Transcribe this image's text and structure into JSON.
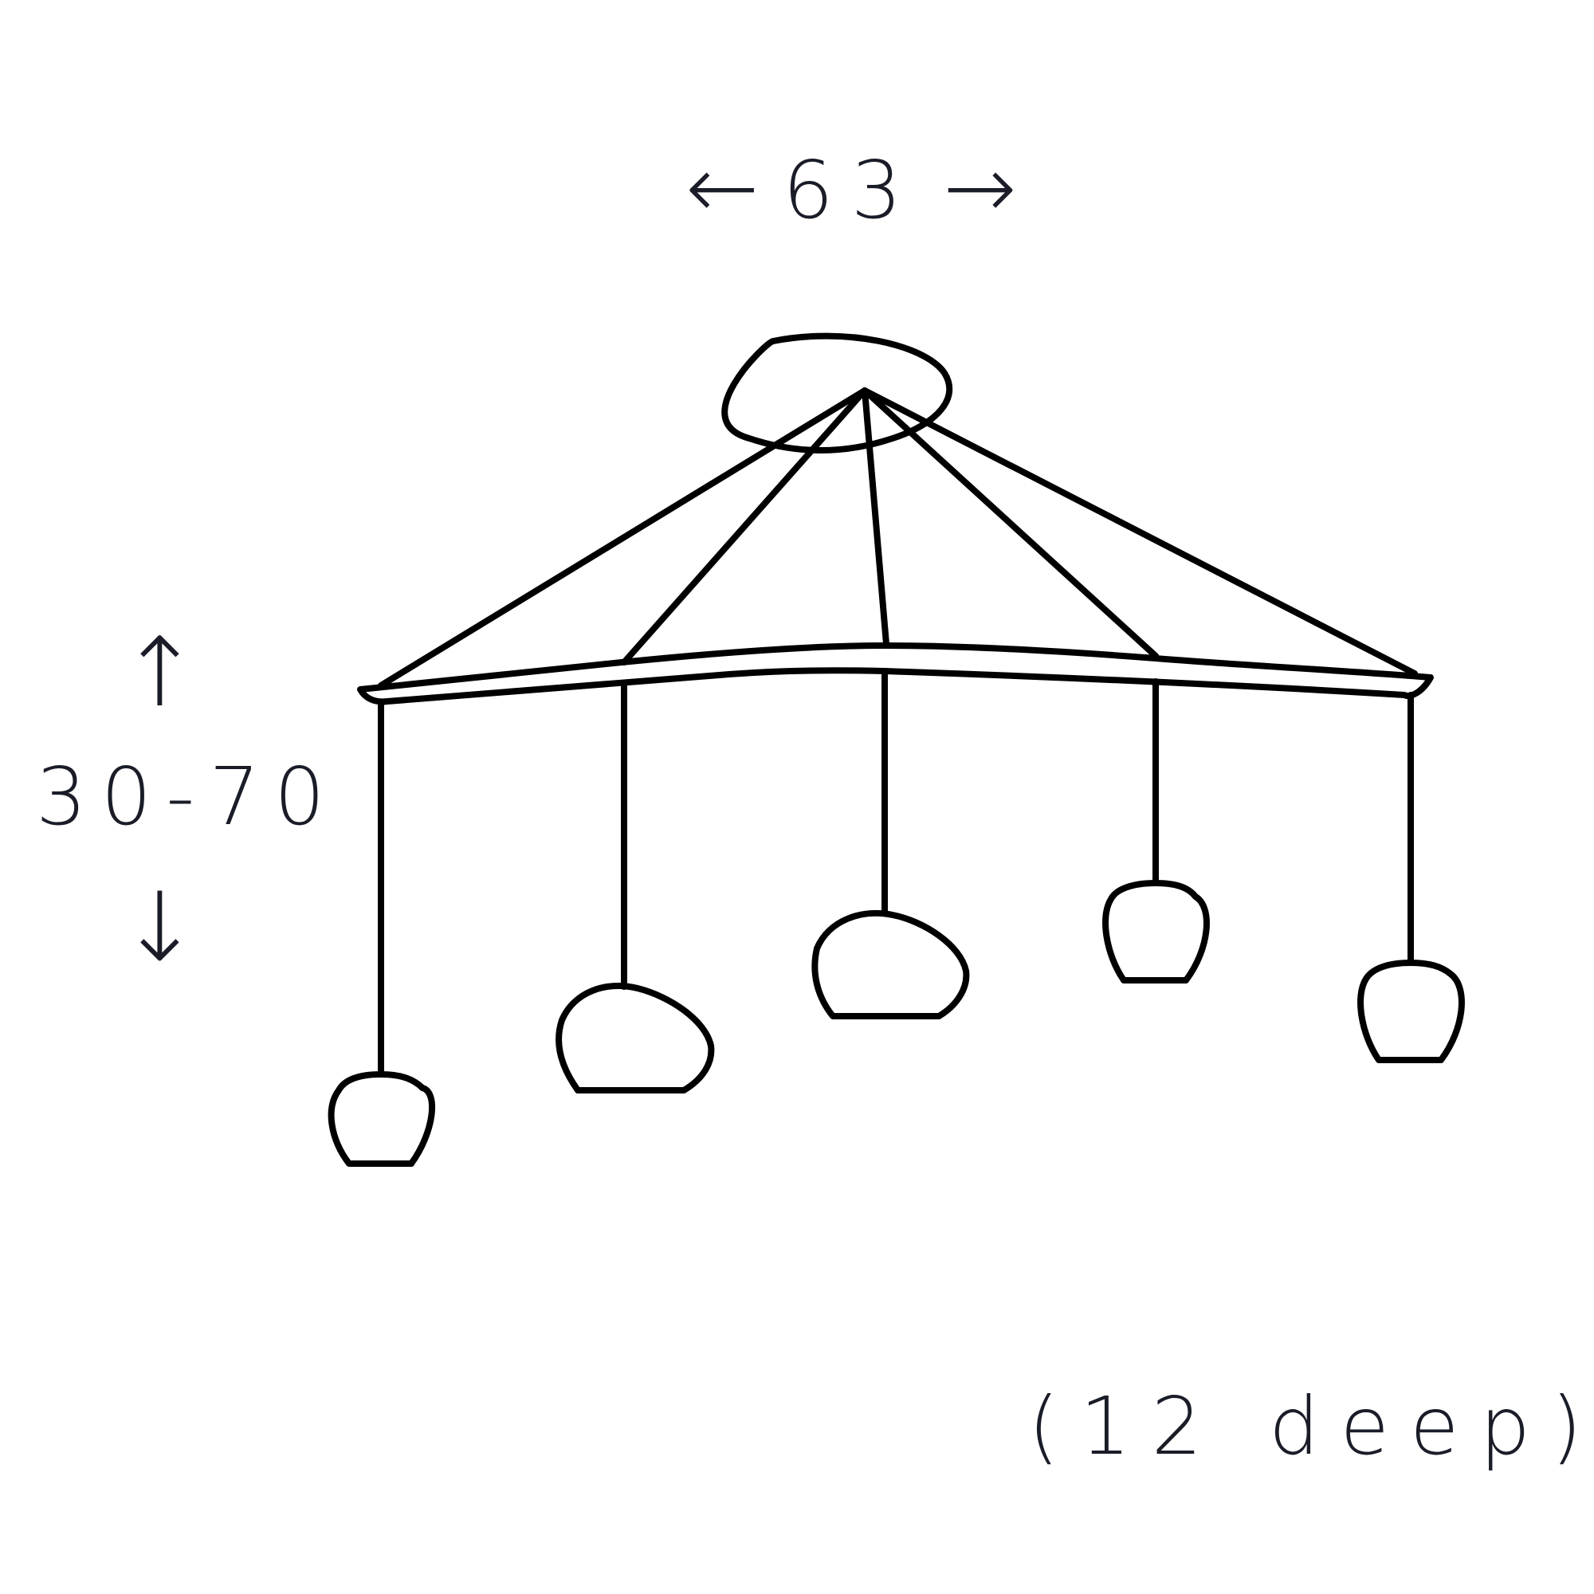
{
  "dimensions": {
    "width": {
      "left_arrow": "←",
      "value": "63",
      "right_arrow": "→"
    },
    "height": {
      "up_arrow": "↑",
      "value": "30-70",
      "down_arrow": "↓"
    },
    "depth": "(12 deep)"
  },
  "colors": {
    "line": "#000000",
    "text": "#1a1d28",
    "background": "#ffffff"
  }
}
